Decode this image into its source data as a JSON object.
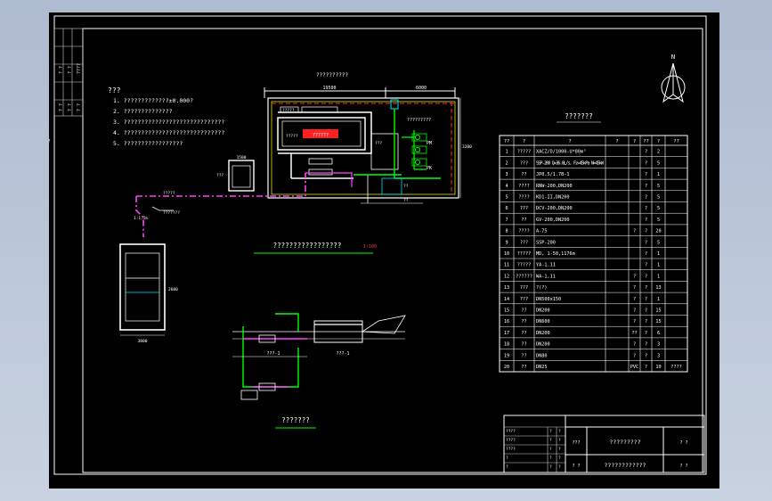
{
  "window": {
    "title": "CAD drawing viewer"
  },
  "drawing": {
    "site_plan_top_label": "??????????",
    "notes_title": "???",
    "notes": [
      "1.  ?????????????±0.000?",
      "2.  ??????????????",
      "3.  ?????????????????????????????",
      "4.  ?????????????????????????????",
      "5.  ?????????????????"
    ],
    "plan_caption": "?????????????????",
    "plan_caption_scale": "1:100",
    "section_caption": "???????",
    "section_labels": {
      "left": "???-1",
      "right": "???-1"
    },
    "north_label": "N",
    "dims": {
      "top_a": "19500",
      "top_b": "6000",
      "left_box": "1500",
      "bottom_box": "3800",
      "side_box": "2600",
      "right_box": "3200"
    },
    "plan_labels": {
      "pump_room": "?????",
      "pool": "?????",
      "tank": "??????",
      "room_small": "???",
      "pipe_a": "?????",
      "pipe_b": "???????",
      "inlet": "1:1.5‰",
      "ps": "?????????",
      "box_a": "??",
      "box_b": "??",
      "label_pmw": "PM",
      "label_pk": "PK",
      "well": "???"
    },
    "stamp_left": [
      "???",
      "???",
      "????",
      "???",
      "???",
      "??"
    ]
  },
  "table": {
    "title": "???????",
    "headers": [
      "??",
      "?",
      "?",
      "?",
      "?",
      "??",
      "?",
      "??",
      "?"
    ],
    "rows": [
      {
        "no": "1",
        "name": "?????",
        "spec": "XACZ/D/1000-U*80m³",
        "unit": "",
        "num": "?",
        "qty": "2",
        "remark": ""
      },
      {
        "no": "2",
        "name": "???",
        "spec": "SSP-200 Q=36.0L/s, Fz=45kPa N=45kW",
        "unit": "",
        "num": "?",
        "qty": "5",
        "remark": ""
      },
      {
        "no": "3",
        "name": "??",
        "spec": "JP0.5/1.7B-1",
        "unit": "",
        "num": "?",
        "qty": "1",
        "remark": ""
      },
      {
        "no": "4",
        "name": "????",
        "spec": "RNW-200,DN200",
        "unit": "",
        "num": "?",
        "qty": "5",
        "remark": ""
      },
      {
        "no": "5",
        "name": "????",
        "spec": "KD1-II,DN200",
        "unit": "",
        "num": "?",
        "qty": "5",
        "remark": ""
      },
      {
        "no": "6",
        "name": "???",
        "spec": "DCV-200,DN200",
        "unit": "",
        "num": "?",
        "qty": "5",
        "remark": ""
      },
      {
        "no": "7",
        "name": "??",
        "spec": "GV-200,DN200",
        "unit": "",
        "num": "?",
        "qty": "5",
        "remark": ""
      },
      {
        "no": "8",
        "name": "????",
        "spec": "A-75",
        "unit": "?",
        "num": "?",
        "qty": "20",
        "remark": ""
      },
      {
        "no": "9",
        "name": "???",
        "spec": "SSP-200",
        "unit": "",
        "num": "?",
        "qty": "5",
        "remark": ""
      },
      {
        "no": "10",
        "name": "?????",
        "spec": "MD, 1-50,1176m",
        "unit": "",
        "num": "?",
        "qty": "1",
        "remark": ""
      },
      {
        "no": "11",
        "name": "?????",
        "spec": "YA-1.11",
        "unit": "",
        "num": "?",
        "qty": "1",
        "remark": ""
      },
      {
        "no": "12",
        "name": "??????",
        "spec": "WA-1,11",
        "unit": "?",
        "num": "?",
        "qty": "1",
        "remark": ""
      },
      {
        "no": "13",
        "name": "???",
        "spec": "?(?)",
        "unit": "?",
        "num": "?",
        "qty": "13",
        "remark": ""
      },
      {
        "no": "14",
        "name": "???",
        "spec": "DN500x150",
        "unit": "?",
        "num": "?",
        "qty": "1",
        "remark": ""
      },
      {
        "no": "15",
        "name": "??",
        "spec": "DN200",
        "unit": "?",
        "num": "?",
        "qty": "15",
        "remark": ""
      },
      {
        "no": "16",
        "name": "??",
        "spec": "DN600",
        "unit": "?",
        "num": "?",
        "qty": "15",
        "remark": ""
      },
      {
        "no": "17",
        "name": "??",
        "spec": "DN200",
        "unit": "??",
        "num": "?",
        "qty": "6",
        "remark": ""
      },
      {
        "no": "18",
        "name": "??",
        "spec": "DN200",
        "unit": "?",
        "num": "?",
        "qty": "3",
        "remark": ""
      },
      {
        "no": "19",
        "name": "??",
        "spec": "DN80",
        "unit": "?",
        "num": "?",
        "qty": "3",
        "remark": ""
      },
      {
        "no": "20",
        "name": "??",
        "spec": "DN25",
        "unit": "PVC",
        "num": "?",
        "qty": "10",
        "remark": "????"
      }
    ]
  },
  "title_block": {
    "left_rows": [
      {
        "a": "????",
        "b": "?",
        "c": "?"
      },
      {
        "a": "????",
        "b": "?",
        "c": "?"
      },
      {
        "a": "????",
        "b": "?",
        "c": "?"
      },
      {
        "a": "?",
        "b": "?",
        "c": "?"
      },
      {
        "a": "?",
        "b": "?",
        "c": "?"
      },
      {
        "a": "?",
        "b": "?",
        "c": "?"
      }
    ],
    "mid_top": "???",
    "mid_bottom": "? ?",
    "name_top": "?????????",
    "name_bottom": "????????????",
    "right_top": "? ?",
    "right_bottom": "? ?"
  },
  "left_strip": {
    "row1": [
      "? ?",
      "? ?",
      "????"
    ],
    "row2": [
      "? ?",
      "? ?",
      "? ?"
    ]
  }
}
